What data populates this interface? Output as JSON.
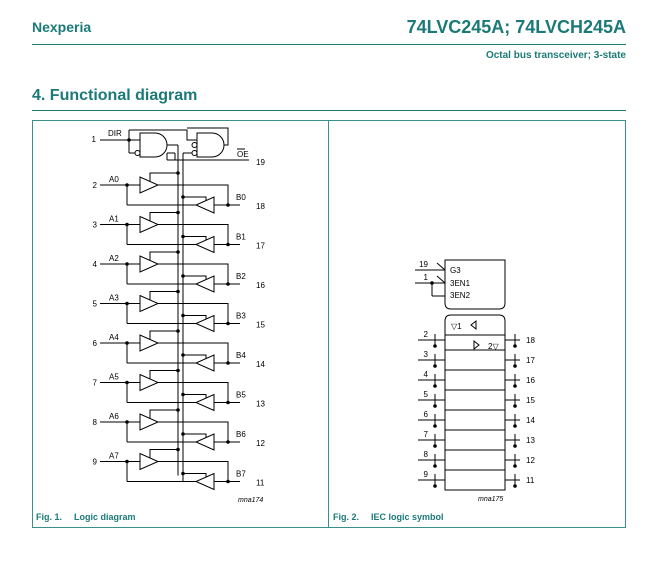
{
  "header": {
    "brand": "Nexperia",
    "product_title": "74LVC245A; 74LVCH245A",
    "subtitle": "Octal bus transceiver; 3-state"
  },
  "section": {
    "heading": "4.  Functional diagram"
  },
  "fig1": {
    "number": "Fig. 1.",
    "title": "Logic diagram",
    "code": "mna174",
    "dir_pin": "1",
    "dir_label": "DIR",
    "oe_label": "OE",
    "oe_pin": "19",
    "channels": [
      {
        "a_pin": "2",
        "a_label": "A0",
        "b_label": "B0",
        "b_pin": "18"
      },
      {
        "a_pin": "3",
        "a_label": "A1",
        "b_label": "B1",
        "b_pin": "17"
      },
      {
        "a_pin": "4",
        "a_label": "A2",
        "b_label": "B2",
        "b_pin": "16"
      },
      {
        "a_pin": "5",
        "a_label": "A3",
        "b_label": "B3",
        "b_pin": "15"
      },
      {
        "a_pin": "6",
        "a_label": "A4",
        "b_label": "B4",
        "b_pin": "14"
      },
      {
        "a_pin": "7",
        "a_label": "A5",
        "b_label": "B5",
        "b_pin": "13"
      },
      {
        "a_pin": "8",
        "a_label": "A6",
        "b_label": "B6",
        "b_pin": "12"
      },
      {
        "a_pin": "9",
        "a_label": "A7",
        "b_label": "B7",
        "b_pin": "11"
      }
    ]
  },
  "fig2": {
    "number": "Fig. 2.",
    "title": "IEC logic symbol",
    "code": "mna175",
    "ctrl_pins": [
      "19",
      "1"
    ],
    "ctrl_labels": [
      "G3",
      "3EN1",
      "3EN2"
    ],
    "first_row_left": "▽1",
    "first_row_right": "2▽",
    "left_pins": [
      "2",
      "3",
      "4",
      "5",
      "6",
      "7",
      "8",
      "9"
    ],
    "right_pins": [
      "18",
      "17",
      "16",
      "15",
      "14",
      "13",
      "12",
      "11"
    ]
  }
}
